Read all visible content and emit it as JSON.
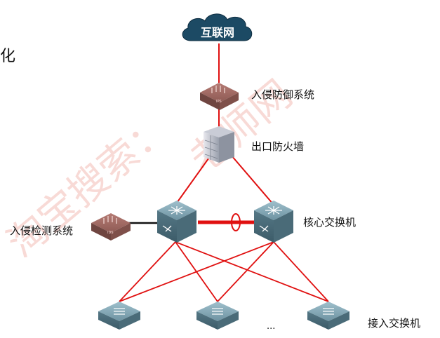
{
  "cloud": {
    "label": "互联网"
  },
  "devices": {
    "ips": {
      "label": "入侵防御系统",
      "badge": "IPS"
    },
    "firewall": {
      "label": "出口防火墙"
    },
    "ids": {
      "label": "入侵检测系统",
      "badge": "IDS"
    },
    "core": {
      "label": "核心交换机"
    },
    "access": {
      "label": "接入交换机",
      "ellipsis": "..."
    }
  },
  "colors": {
    "link": "#e01010",
    "mgmt": "#111111",
    "cloud": "#1c4a64",
    "switch": "#5a7f8f",
    "ips": "#8a5550"
  },
  "watermark": {
    "text_1": "淘宝搜索：",
    "text_2": "老师网"
  },
  "edge_text": "化"
}
